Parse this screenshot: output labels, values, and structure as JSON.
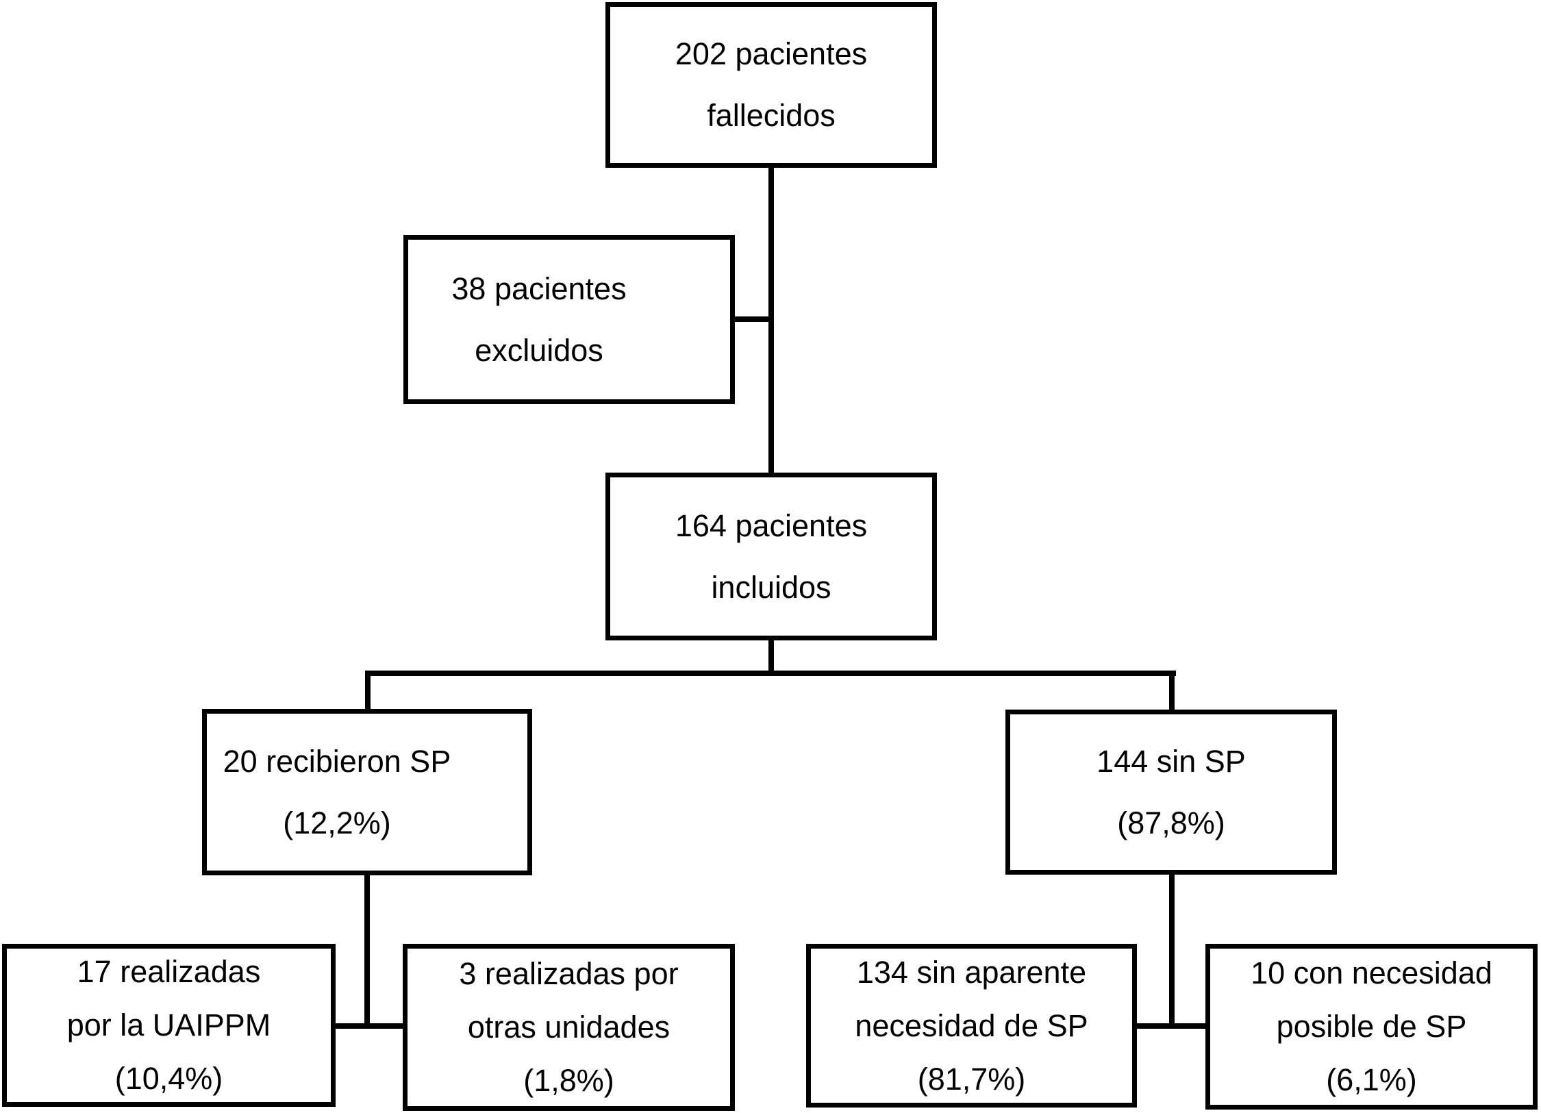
{
  "diagram_type": "flowchart",
  "language": "es",
  "colors": {
    "background": "#ffffff",
    "box_border": "#000000",
    "box_fill": "#ffffff",
    "text": "#000000",
    "connector": "#000000"
  },
  "nodes": {
    "deceased": {
      "line1": "202 pacientes",
      "line2": "fallecidos"
    },
    "excluded": {
      "line1": "38 pacientes",
      "line2": "excluidos"
    },
    "included": {
      "line1": "164 pacientes",
      "line2": "incluidos"
    },
    "received_sp": {
      "line1": "20 recibieron SP",
      "line2": "(12,2%)"
    },
    "without_sp": {
      "line1": "144 sin SP",
      "line2": "(87,8%)"
    },
    "done_by_uaippm": {
      "line1": "17 realizadas",
      "line2": "por la UAIPPM",
      "line3": "(10,4%)"
    },
    "done_by_other_units": {
      "line1": "3 realizadas por",
      "line2": "otras unidades",
      "line3": "(1,8%)"
    },
    "no_apparent_need": {
      "line1": "134 sin aparente",
      "line2": "necesidad de SP",
      "line3": "(81,7%)"
    },
    "possible_need": {
      "line1": "10 con necesidad",
      "line2": "posible de SP",
      "line3": "(6,1%)"
    }
  }
}
